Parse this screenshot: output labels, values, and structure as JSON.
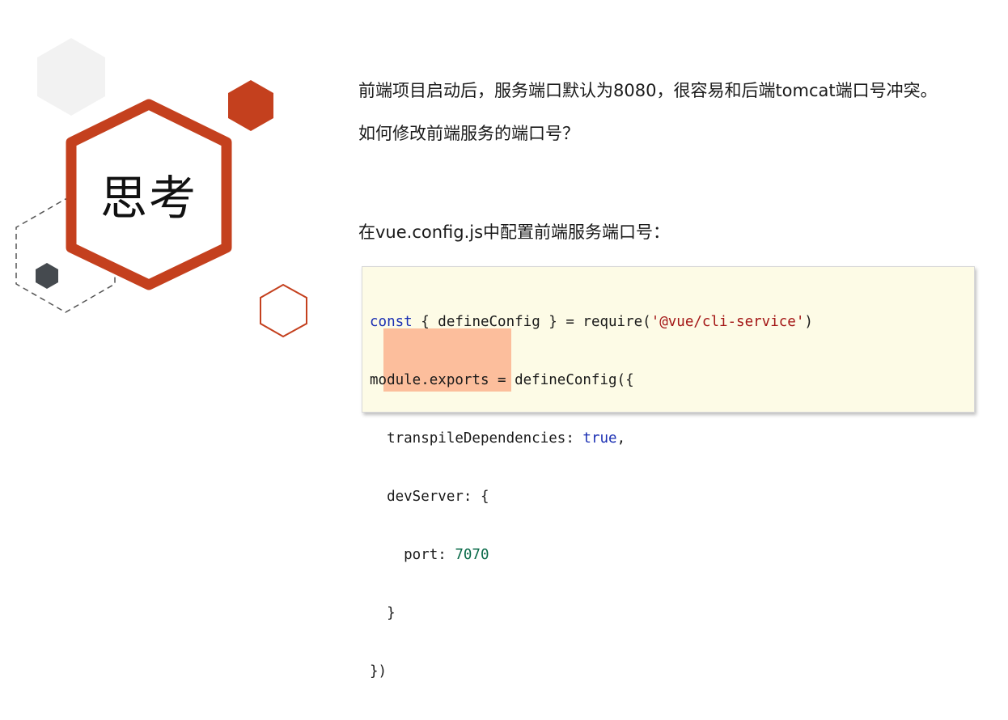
{
  "badge": {
    "label": "思考"
  },
  "question": {
    "line1": "前端项目启动后，服务端口默认为8080，很容易和后端tomcat端口号冲突。",
    "line2": "如何修改前端服务的端口号？"
  },
  "hint": {
    "text": "在vue.config.js中配置前端服务端口号："
  },
  "code": {
    "line1": {
      "kw": "const",
      "a": " { defineConfig } = require(",
      "str": "'@vue/cli-service'",
      "b": ")"
    },
    "line2": {
      "a": "module.exports = defineConfig({"
    },
    "line3": {
      "a": "  transpileDependencies: ",
      "kw": "true",
      "b": ","
    },
    "line4": {
      "a": "  devServer: {"
    },
    "line5": {
      "a": "    port: ",
      "num": "7070"
    },
    "line6": {
      "a": "  }"
    },
    "line7": {
      "a": "})"
    }
  },
  "colors": {
    "accent": "#c4401e",
    "code_bg": "#fdfbe6",
    "highlight": "#fcbe9c",
    "dark_hex": "#454a4f",
    "light_hex": "#f2f2f2"
  }
}
